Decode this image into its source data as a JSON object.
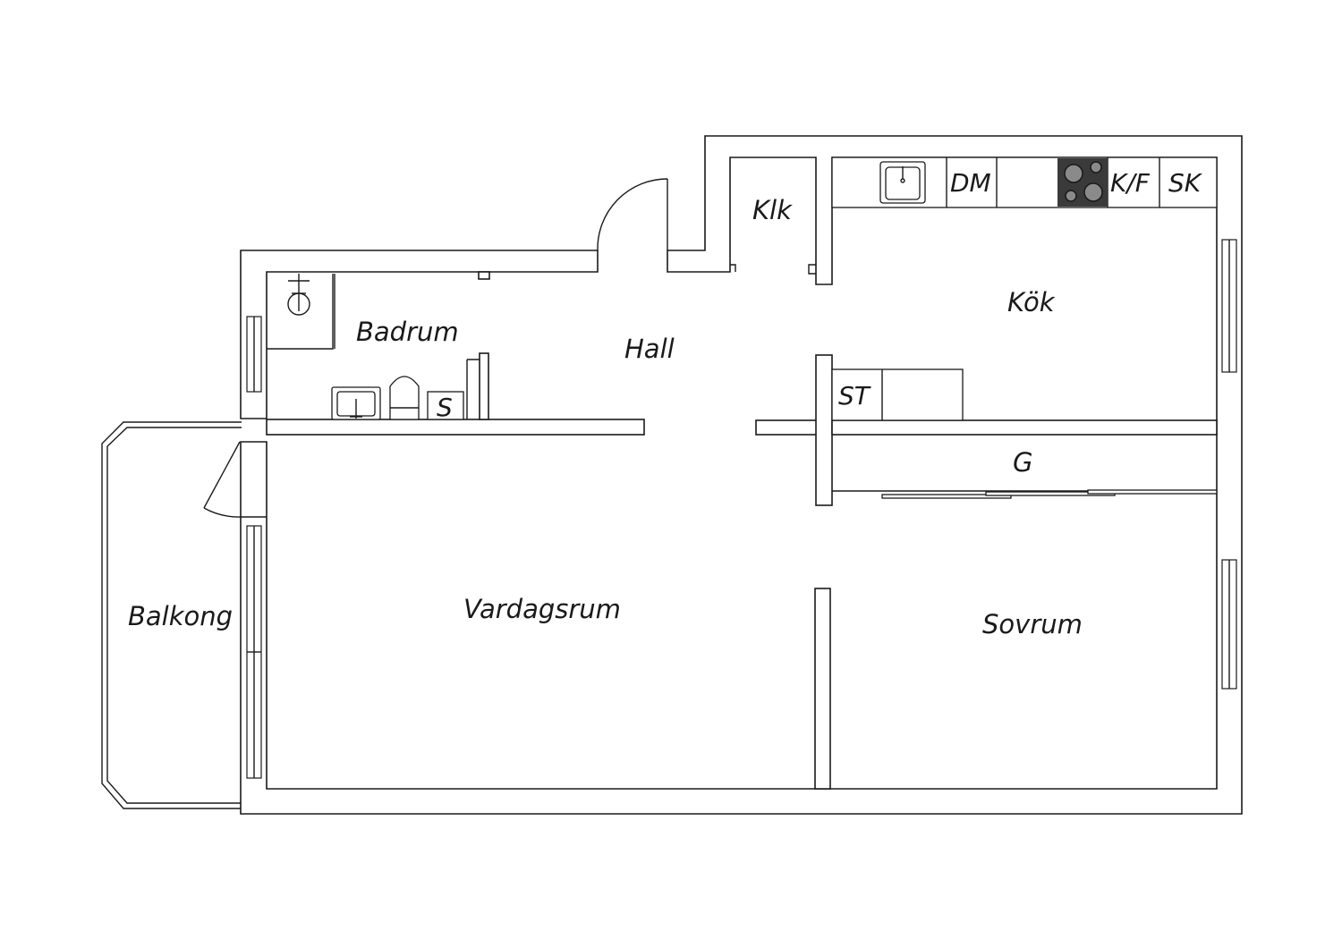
{
  "floorplan": {
    "rooms": {
      "badrum": "Badrum",
      "hall": "Hall",
      "klk": "Klk",
      "kok": "Kök",
      "vardagsrum": "Vardagsrum",
      "sovrum": "Sovrum",
      "balkong": "Balkong",
      "garderob": "G"
    },
    "fixtures": {
      "dishwasher": "DM",
      "fridge_freezer": "K/F",
      "cabinet_sk": "SK",
      "cabinet_st": "ST",
      "washer": "S"
    },
    "colors": {
      "line": "#1a1a1a",
      "stove": "#3a3a3a",
      "background": "#ffffff"
    }
  }
}
